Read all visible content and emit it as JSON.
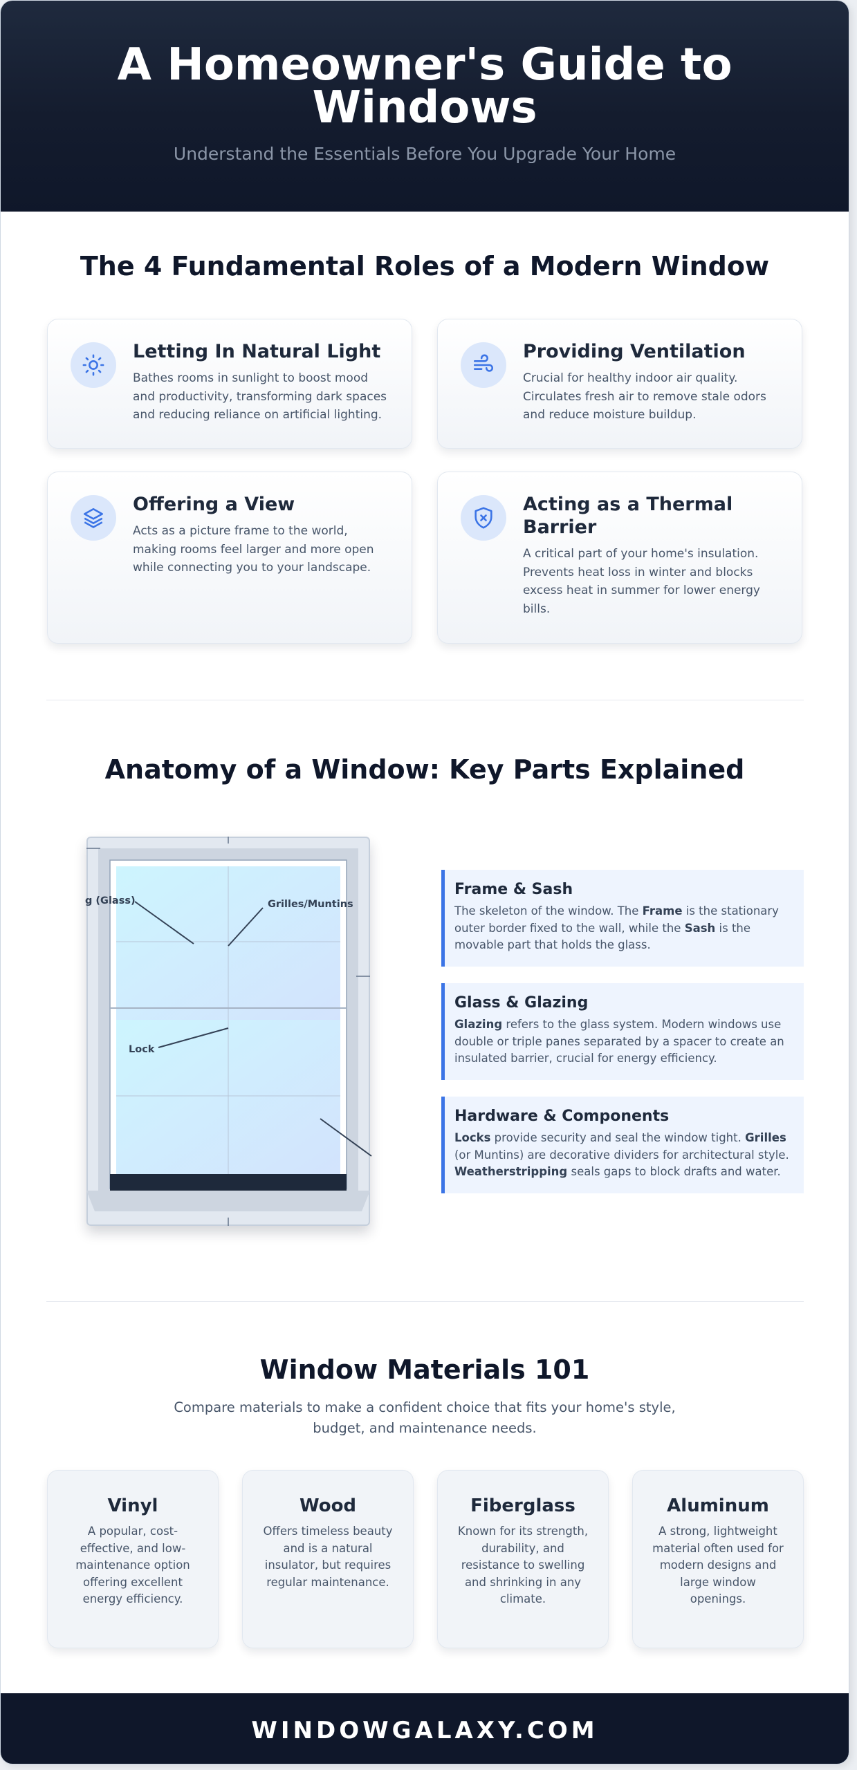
{
  "header": {
    "title": "A Homeowner's Guide to Windows",
    "subtitle": "Understand the Essentials Before You Upgrade Your Home"
  },
  "roles": {
    "title": "The 4 Fundamental Roles of a Modern Window",
    "items": [
      {
        "icon": "sun-icon",
        "title": "Letting In Natural Light",
        "description": "Bathes rooms in sunlight to boost mood and productivity, transforming dark spaces and reducing reliance on artificial lighting."
      },
      {
        "icon": "wind-icon",
        "title": "Providing Ventilation",
        "description": "Crucial for healthy indoor air quality. Circulates fresh air to remove stale odors and reduce moisture buildup."
      },
      {
        "icon": "layers-icon",
        "title": "Offering a View",
        "description": "Acts as a picture frame to the world, making rooms feel larger and more open while connecting you to your landscape."
      },
      {
        "icon": "shield-icon",
        "title": "Acting as a Thermal Barrier",
        "description": "A critical part of your home's insulation. Prevents heat loss in winter and blocks excess heat in summer for lower energy bills."
      }
    ]
  },
  "anatomy": {
    "title": "Anatomy of a Window: Key Parts Explained",
    "callouts": {
      "glass": "g (Glass)",
      "grilles": "Grilles/Muntins",
      "lock": "Lock"
    },
    "parts": [
      {
        "title": "Frame & Sash",
        "segments": [
          {
            "text": "The skeleton of the window. The ",
            "bold": false
          },
          {
            "text": "Frame",
            "bold": true
          },
          {
            "text": " is the stationary outer border fixed to the wall, while the ",
            "bold": false
          },
          {
            "text": "Sash",
            "bold": true
          },
          {
            "text": " is the movable part that holds the glass.",
            "bold": false
          }
        ]
      },
      {
        "title": "Glass & Glazing",
        "segments": [
          {
            "text": "Glazing",
            "bold": true
          },
          {
            "text": " refers to the glass system. Modern windows use double or triple panes separated by a spacer to create an insulated barrier, crucial for energy efficiency.",
            "bold": false
          }
        ]
      },
      {
        "title": "Hardware & Components",
        "segments": [
          {
            "text": "Locks",
            "bold": true
          },
          {
            "text": " provide security and seal the window tight. ",
            "bold": false
          },
          {
            "text": "Grilles",
            "bold": true
          },
          {
            "text": " (or Muntins) are decorative dividers for architectural style. ",
            "bold": false
          },
          {
            "text": "Weatherstripping",
            "bold": true
          },
          {
            "text": " seals gaps to block drafts and water.",
            "bold": false
          }
        ]
      }
    ]
  },
  "materials": {
    "title": "Window Materials 101",
    "intro": "Compare materials to make a confident choice that fits your home's style, budget, and maintenance needs.",
    "items": [
      {
        "title": "Vinyl",
        "description": "A popular, cost-effective, and low-maintenance option offering excellent energy efficiency."
      },
      {
        "title": "Wood",
        "description": "Offers timeless beauty and is a natural insulator, but requires regular maintenance."
      },
      {
        "title": "Fiberglass",
        "description": "Known for its strength, durability, and resistance to swelling and shrinking in any climate."
      },
      {
        "title": "Aluminum",
        "description": "A strong, lightweight material often used for modern designs and large window openings."
      }
    ]
  },
  "footer": {
    "brand": "WINDOWGALAXY.COM"
  },
  "colors": {
    "accent": "#3b74e6",
    "dark": "#0f172a",
    "icon_bg": "#dbe7fb"
  }
}
